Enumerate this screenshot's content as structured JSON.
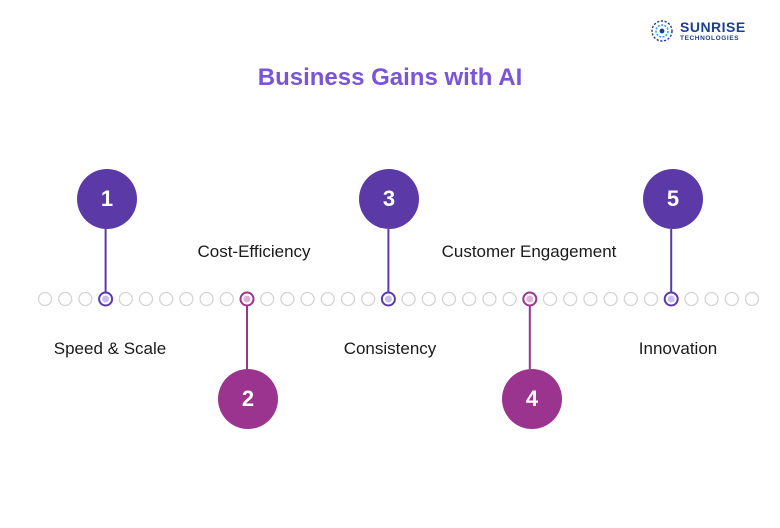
{
  "logo": {
    "brand": "SUNRISE",
    "sub": "TECHNOLOGIES"
  },
  "title": "Business Gains with AI",
  "steps": [
    {
      "number": "1",
      "label": "Speed & Scale"
    },
    {
      "number": "2",
      "label": "Cost-Efficiency"
    },
    {
      "number": "3",
      "label": "Consistency"
    },
    {
      "number": "4",
      "label": "Customer Engagement"
    },
    {
      "number": "5",
      "label": "Innovation"
    }
  ],
  "colors": {
    "title": "#7a55d6",
    "purple": "#5b3aa8",
    "magenta": "#9b348e",
    "track_dot": "#d4d4d4",
    "purple_dot_fill": "#c9bdf0",
    "magenta_dot_fill": "#e0b0da"
  }
}
